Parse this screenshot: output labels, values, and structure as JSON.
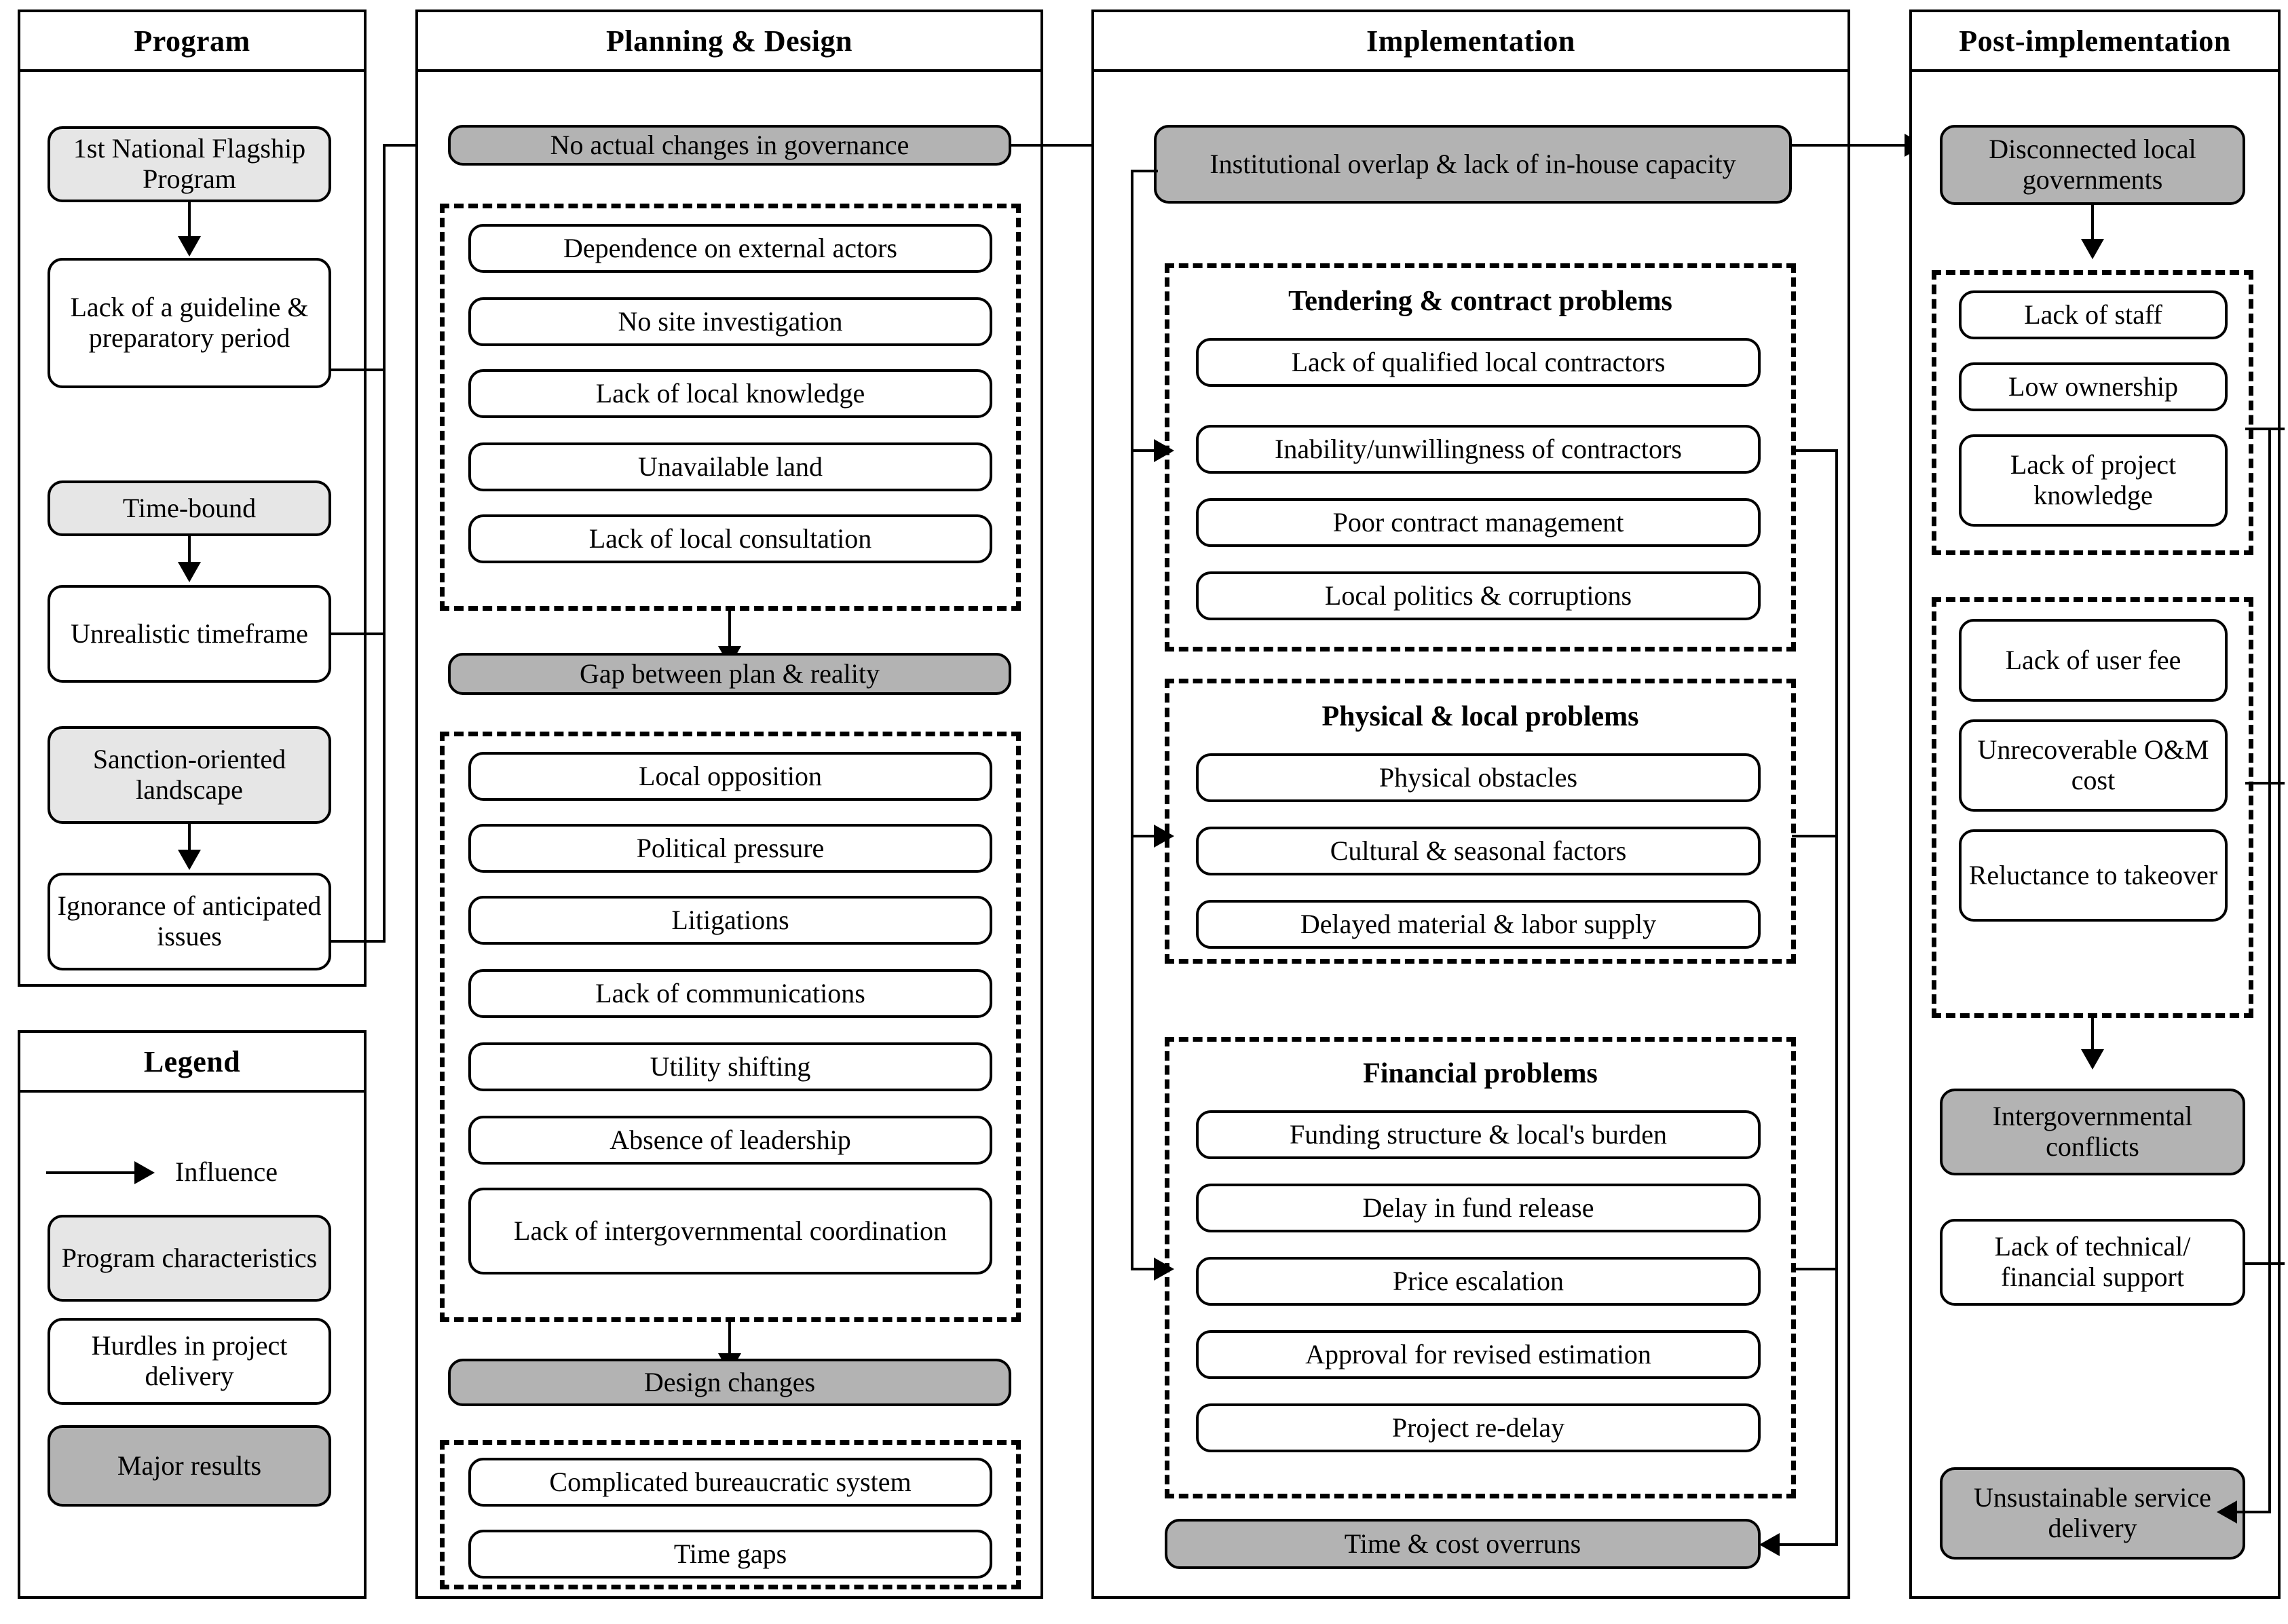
{
  "columns": [
    {
      "key": "program",
      "title": "Program"
    },
    {
      "key": "planning",
      "title": "Planning & Design"
    },
    {
      "key": "implementation",
      "title": "Implementation"
    },
    {
      "key": "post",
      "title": "Post-implementation"
    }
  ],
  "program": {
    "title": "Program",
    "nodes": [
      {
        "label": "1st National Flagship Program",
        "style": "program-characteristics"
      },
      {
        "label": "Lack of a guideline & preparatory period",
        "style": "hurdle"
      },
      {
        "label": "Time-bound",
        "style": "program-characteristics"
      },
      {
        "label": "Unrealistic timeframe",
        "style": "hurdle"
      },
      {
        "label": "Sanction-oriented landscape",
        "style": "program-characteristics"
      },
      {
        "label": "Ignorance of anticipated issues",
        "style": "hurdle"
      }
    ]
  },
  "legend": {
    "title": "Legend",
    "influence_label": "Influence",
    "items": [
      {
        "label": "Program characteristics",
        "style": "program-characteristics"
      },
      {
        "label": "Hurdles in project delivery",
        "style": "hurdle"
      },
      {
        "label": "Major results",
        "style": "major-result"
      }
    ]
  },
  "planning": {
    "title": "Planning & Design",
    "result_1": "No actual changes in governance",
    "group_1": [
      "Dependence on external actors",
      "No site investigation",
      "Lack of local knowledge",
      "Unavailable land",
      "Lack of local consultation"
    ],
    "result_2": "Gap between plan & reality",
    "group_2": [
      "Local opposition",
      "Political pressure",
      "Litigations",
      "Lack of communications",
      "Utility shifting",
      "Absence of leadership",
      "Lack of intergovernmental coordination"
    ],
    "result_3": "Design changes",
    "group_3": [
      "Complicated bureaucratic system",
      "Time gaps"
    ]
  },
  "implementation": {
    "title": "Implementation",
    "result_1": "Institutional overlap & lack of in-house capacity",
    "group_1_title": "Tendering & contract problems",
    "group_1": [
      "Lack of qualified local contractors",
      "Inability/unwillingness of contractors",
      "Poor contract management",
      "Local politics & corruptions"
    ],
    "group_2_title": "Physical & local problems",
    "group_2": [
      "Physical obstacles",
      "Cultural & seasonal factors",
      "Delayed material & labor supply"
    ],
    "group_3_title": "Financial problems",
    "group_3": [
      "Funding structure & local's burden",
      "Delay in fund release",
      "Price escalation",
      "Approval for revised estimation",
      "Project re-delay"
    ],
    "result_2": "Time & cost overruns"
  },
  "post": {
    "title": "Post-implementation",
    "result_1": "Disconnected local governments",
    "group_1": [
      "Lack of staff",
      "Low ownership",
      "Lack of project knowledge"
    ],
    "group_2": [
      "Lack of user fee",
      "Unrecoverable O&M cost",
      "Reluctance to takeover"
    ],
    "result_2": "Intergovernmental conflicts",
    "node_1": "Lack of technical/ financial support",
    "result_3": "Unsustainable service delivery"
  },
  "colors": {
    "program_characteristics": "#e6e6e6",
    "major_result": "#b3b3b3",
    "hurdle": "#ffffff",
    "line": "#000000"
  }
}
